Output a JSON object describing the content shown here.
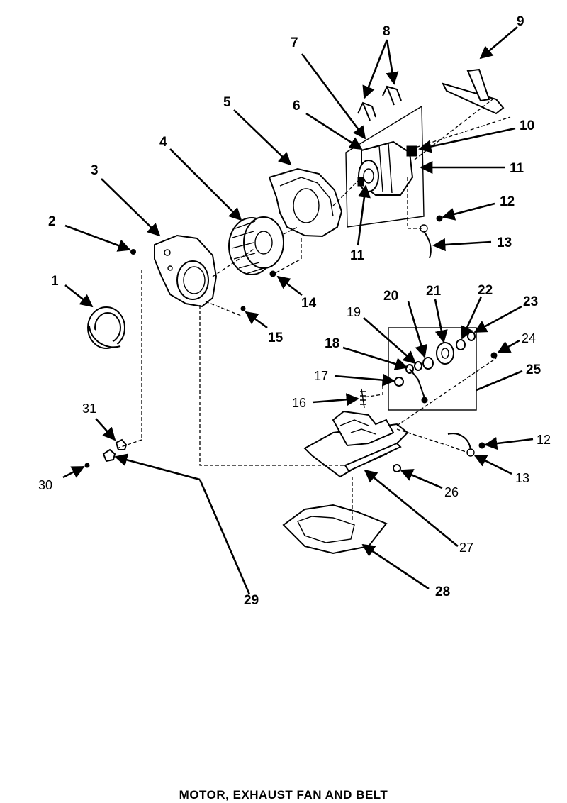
{
  "diagram": {
    "caption": "MOTOR, EXHAUST FAN AND BELT",
    "callouts": {
      "c1": "1",
      "c2": "2",
      "c3": "3",
      "c4": "4",
      "c5": "5",
      "c6": "6",
      "c7": "7",
      "c8": "8",
      "c9": "9",
      "c10": "10",
      "c11a": "11",
      "c11b": "11",
      "c12a": "12",
      "c13a": "13",
      "c14": "14",
      "c15": "15",
      "c16": "16",
      "c17": "17",
      "c18": "18",
      "c19": "19",
      "c20": "20",
      "c21": "21",
      "c22": "22",
      "c23": "23",
      "c24": "24",
      "c25": "25",
      "c12b": "12",
      "c13b": "13",
      "c26": "26",
      "c27": "27",
      "c28": "28",
      "c29": "29",
      "c30": "30",
      "c31": "31"
    }
  }
}
